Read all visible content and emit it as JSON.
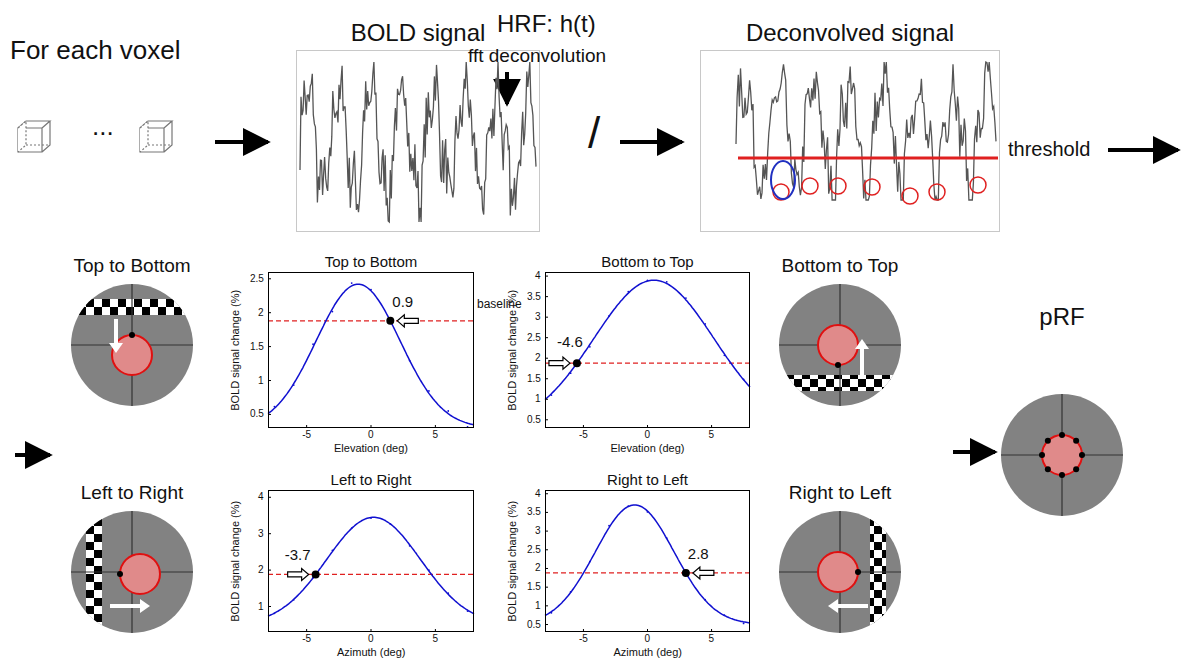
{
  "diagram": {
    "nodes": [
      {
        "text": [
          "BOLD signal"
        ]
      },
      {
        "text": [
          "Deconvolved signal"
        ]
      },
      {
        "text": [
          "Top to Bottom"
        ]
      },
      {
        "text": [
          "Top to Bottom"
        ]
      },
      {
        "text": [
          "Bottom to Top"
        ]
      },
      {
        "text": [
          "Bottom to Top"
        ]
      },
      {
        "text": [
          "pRF"
        ]
      },
      {
        "text": [
          "Left to Right"
        ]
      },
      {
        "text": [
          "Left to Right"
        ]
      },
      {
        "text": [
          "Right to Left"
        ]
      },
      {
        "text": [
          "Right to Left"
        ]
      }
    ],
    "labels": [
      "For each voxel",
      "...",
      "HRF: h(t)",
      "fft deconvolution",
      "/",
      "threshold",
      "baseline",
      "0.9",
      "-4.6",
      "-3.7",
      "2.8",
      "BOLD signal change (%)",
      "BOLD signal change (%)",
      "BOLD signal change (%)",
      "BOLD signal change (%)",
      "Elevation (deg)",
      "Elevation (deg)",
      "Azimuth (deg)",
      "Azimuth (deg)",
      "0.5",
      "1",
      "1.5",
      "2",
      "2.5",
      "-5",
      "0",
      "5",
      "0.5",
      "1",
      "1.5",
      "2",
      "2.5",
      "3",
      "3.5",
      "4",
      "-5",
      "0",
      "5",
      "1",
      "2",
      "3",
      "4",
      "-5",
      "0",
      "5",
      "0.5",
      "1",
      "1.5",
      "2",
      "2.5",
      "3",
      "3.5",
      "4",
      "-5",
      "0",
      "5"
    ]
  }
}
